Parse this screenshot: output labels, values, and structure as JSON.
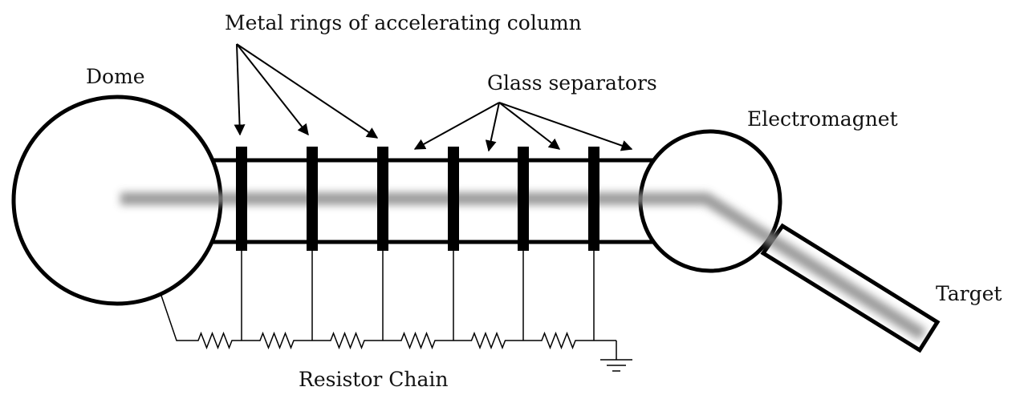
{
  "labels": {
    "dome": "Dome",
    "metal_rings": "Metal rings of accelerating column",
    "glass_separators": "Glass separators",
    "electromagnet": "Electromagnet",
    "target": "Target",
    "resistor_chain": "Resistor Chain"
  },
  "components": {
    "ring_count": 6,
    "resistor_count": 6
  },
  "colors": {
    "stroke": "#000000",
    "beam": "#8a8a8a",
    "background": "#ffffff"
  }
}
